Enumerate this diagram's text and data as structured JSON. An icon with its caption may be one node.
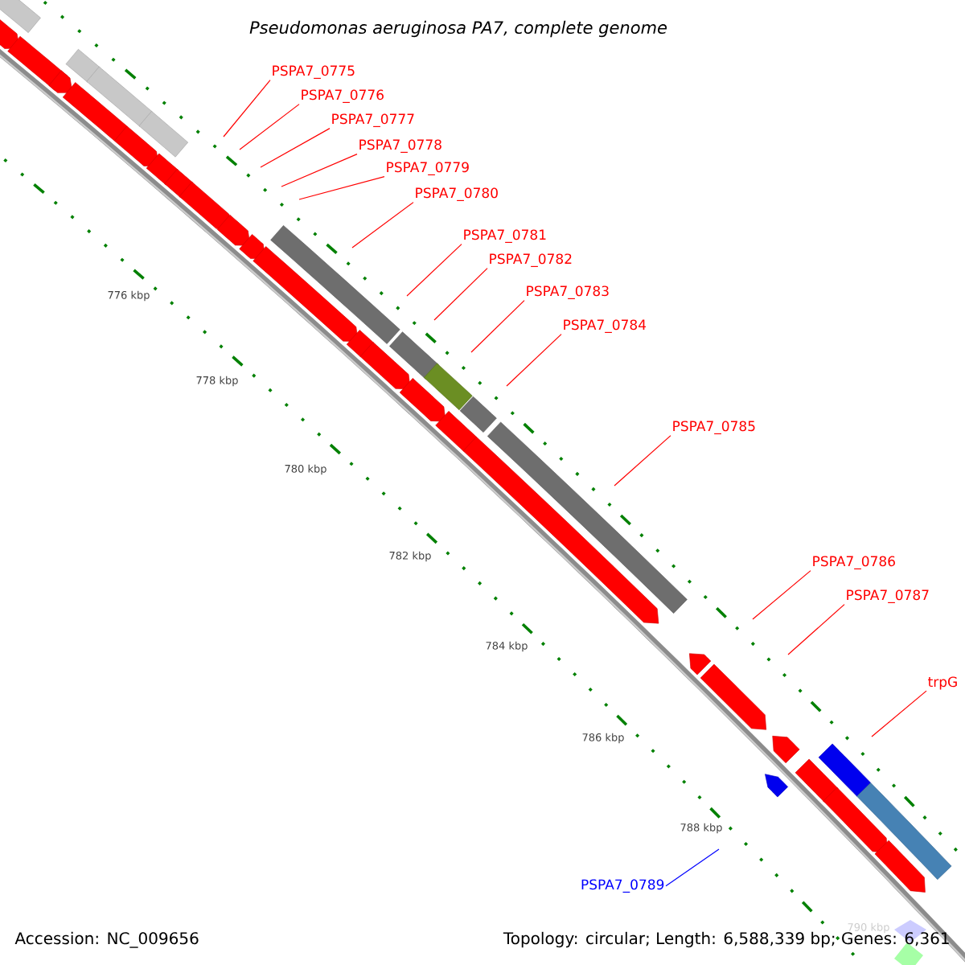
{
  "diagram": {
    "title": "*Pseudomonas aeruginosa* PA7, complete genome",
    "nodes": [
      {
        "text": [
          "PSPA7_0775"
        ]
      },
      {
        "text": [
          "PSPA7_0776"
        ]
      },
      {
        "text": [
          "PSPA7_0777"
        ]
      },
      {
        "text": [
          "PSPA7_0778"
        ]
      },
      {
        "text": [
          "PSPA7_0779"
        ]
      },
      {
        "text": [
          "PSPA7_0780"
        ]
      },
      {
        "text": [
          "PSPA7_0781"
        ]
      },
      {
        "text": [
          "PSPA7_0782"
        ]
      },
      {
        "text": [
          "PSPA7_0783"
        ]
      },
      {
        "text": [
          "PSPA7_0784"
        ]
      },
      {
        "text": [
          "PSPA7_0785"
        ]
      },
      {
        "text": [
          "PSPA7_0786"
        ]
      },
      {
        "text": [
          "PSPA7_0787"
        ]
      },
      {
        "text": [
          "trpG"
        ]
      },
      {
        "text": [
          "PSPA7_0789"
        ]
      }
    ],
    "edges": [
      {
        "from": 0,
        "to": null,
        "arrow": "none"
      },
      {
        "from": 1,
        "to": null,
        "arrow": "none"
      },
      {
        "from": 2,
        "to": null,
        "arrow": "none"
      },
      {
        "from": 3,
        "to": null,
        "arrow": "none"
      },
      {
        "from": 4,
        "to": null,
        "arrow": "none"
      },
      {
        "from": 5,
        "to": null,
        "arrow": "none"
      },
      {
        "from": 6,
        "to": null,
        "arrow": "none"
      },
      {
        "from": 7,
        "to": null,
        "arrow": "none"
      },
      {
        "from": 8,
        "to": null,
        "arrow": "none"
      },
      {
        "from": 9,
        "to": null,
        "arrow": "none"
      },
      {
        "from": 10,
        "to": null,
        "arrow": "none"
      },
      {
        "from": 11,
        "to": null,
        "arrow": "none"
      },
      {
        "from": 12,
        "to": null,
        "arrow": "none"
      },
      {
        "from": 13,
        "to": null,
        "arrow": "none"
      },
      {
        "from": 14,
        "to": null,
        "arrow": "none",
        "color": "#0000ff"
      }
    ],
    "labels": [
      "776 kbp",
      "778 kbp",
      "780 kbp",
      "782 kbp",
      "784 kbp",
      "786 kbp",
      "788 kbp",
      "790 kbp",
      "Accession: NC_009656",
      "Topology: circular; Length: 6,588,339 bp; Genes: 6,361"
    ]
  }
}
